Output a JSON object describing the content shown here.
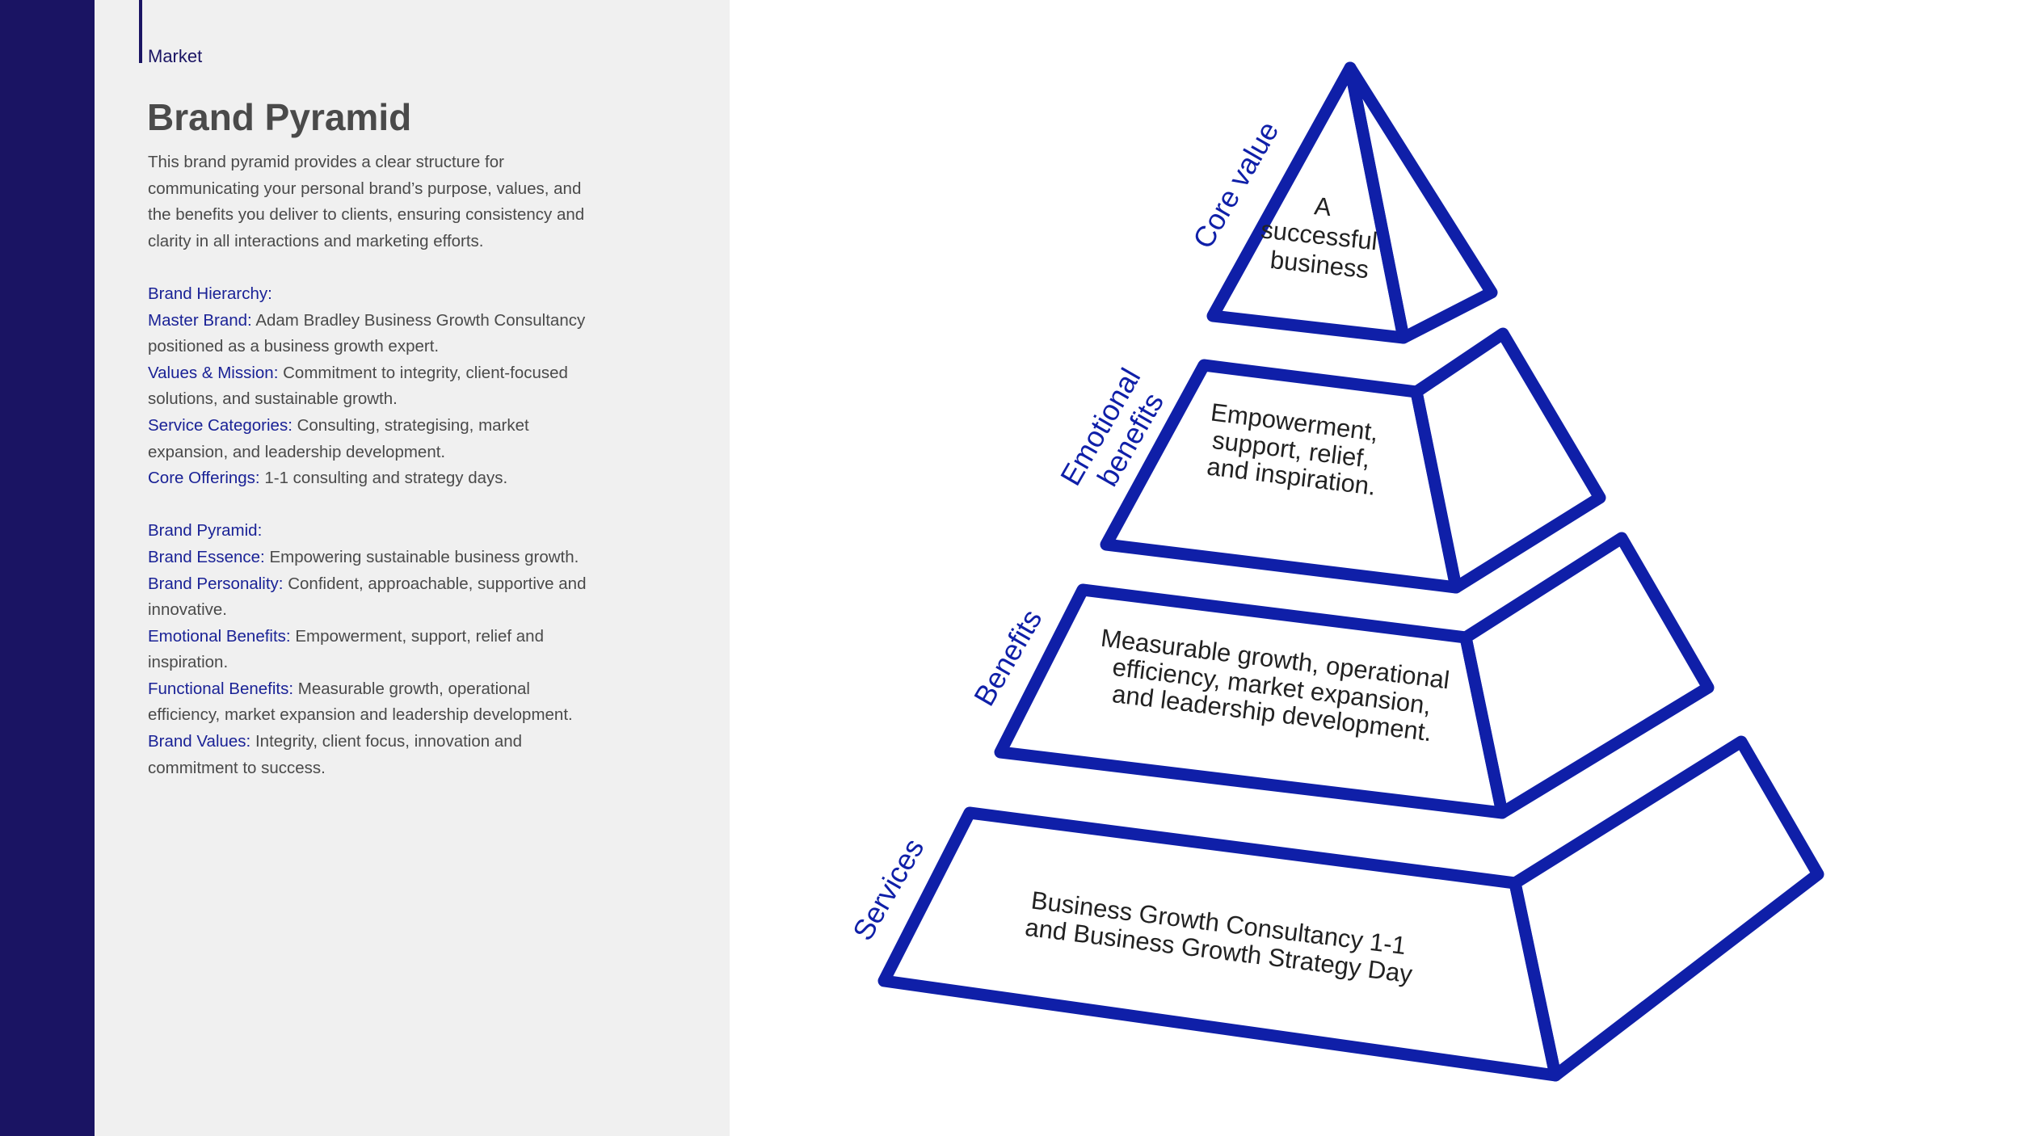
{
  "header": {
    "section": "Market",
    "title": "Brand Pyramid"
  },
  "intro": "This brand pyramid provides a clear structure for communicating your personal brand’s purpose, values, and the benefits you deliver to clients, ensuring consistency and clarity in all interactions and marketing efforts.",
  "hierarchy": {
    "heading": "Brand Hierarchy:",
    "items": [
      {
        "label": "Master Brand:",
        "text": "Adam Bradley Business Growth Consultancy positioned as a business growth expert."
      },
      {
        "label": "Values & Mission:",
        "text": "Commitment to integrity, client-focused solutions, and sustainable growth."
      },
      {
        "label": "Service Categories:",
        "text": "Consulting, strategising, market expansion, and leadership development."
      },
      {
        "label": "Core Offerings:",
        "text": "1-1 consulting and strategy days."
      }
    ]
  },
  "pyramid_info": {
    "heading": "Brand Pyramid:",
    "items": [
      {
        "label": "Brand Essence:",
        "text": "Empowering sustainable business growth."
      },
      {
        "label": "Brand Personality:",
        "text": "Confident, approachable, supportive and innovative."
      },
      {
        "label": "Emotional Benefits:",
        "text": "Empowerment, support, relief and inspiration."
      },
      {
        "label": "Functional Benefits:",
        "text": "Measurable growth, operational efficiency, market expansion and leadership development."
      },
      {
        "label": "Brand Values:",
        "text": "Integrity, client focus, innovation and commitment to success."
      }
    ]
  },
  "diagram": {
    "tiers": [
      {
        "name": "Core value",
        "lines": [
          "A",
          "successful",
          "business"
        ]
      },
      {
        "name_lines": [
          "Emotional",
          "benefits"
        ],
        "lines": [
          "Empowerment,",
          "support, relief,",
          "and inspiration."
        ]
      },
      {
        "name": "Benefits",
        "lines": [
          "Measurable growth, operational",
          "efficiency, market expansion,",
          "and leadership development."
        ]
      },
      {
        "name": "Services",
        "lines": [
          "Business Growth Consultancy 1-1",
          "and Business Growth Strategy Day"
        ]
      }
    ]
  },
  "colors": {
    "accent": "#0f1fa8",
    "sidebar": "#1a1463",
    "panel": "#f0f0f0",
    "body_text": "#4a4a4a"
  }
}
